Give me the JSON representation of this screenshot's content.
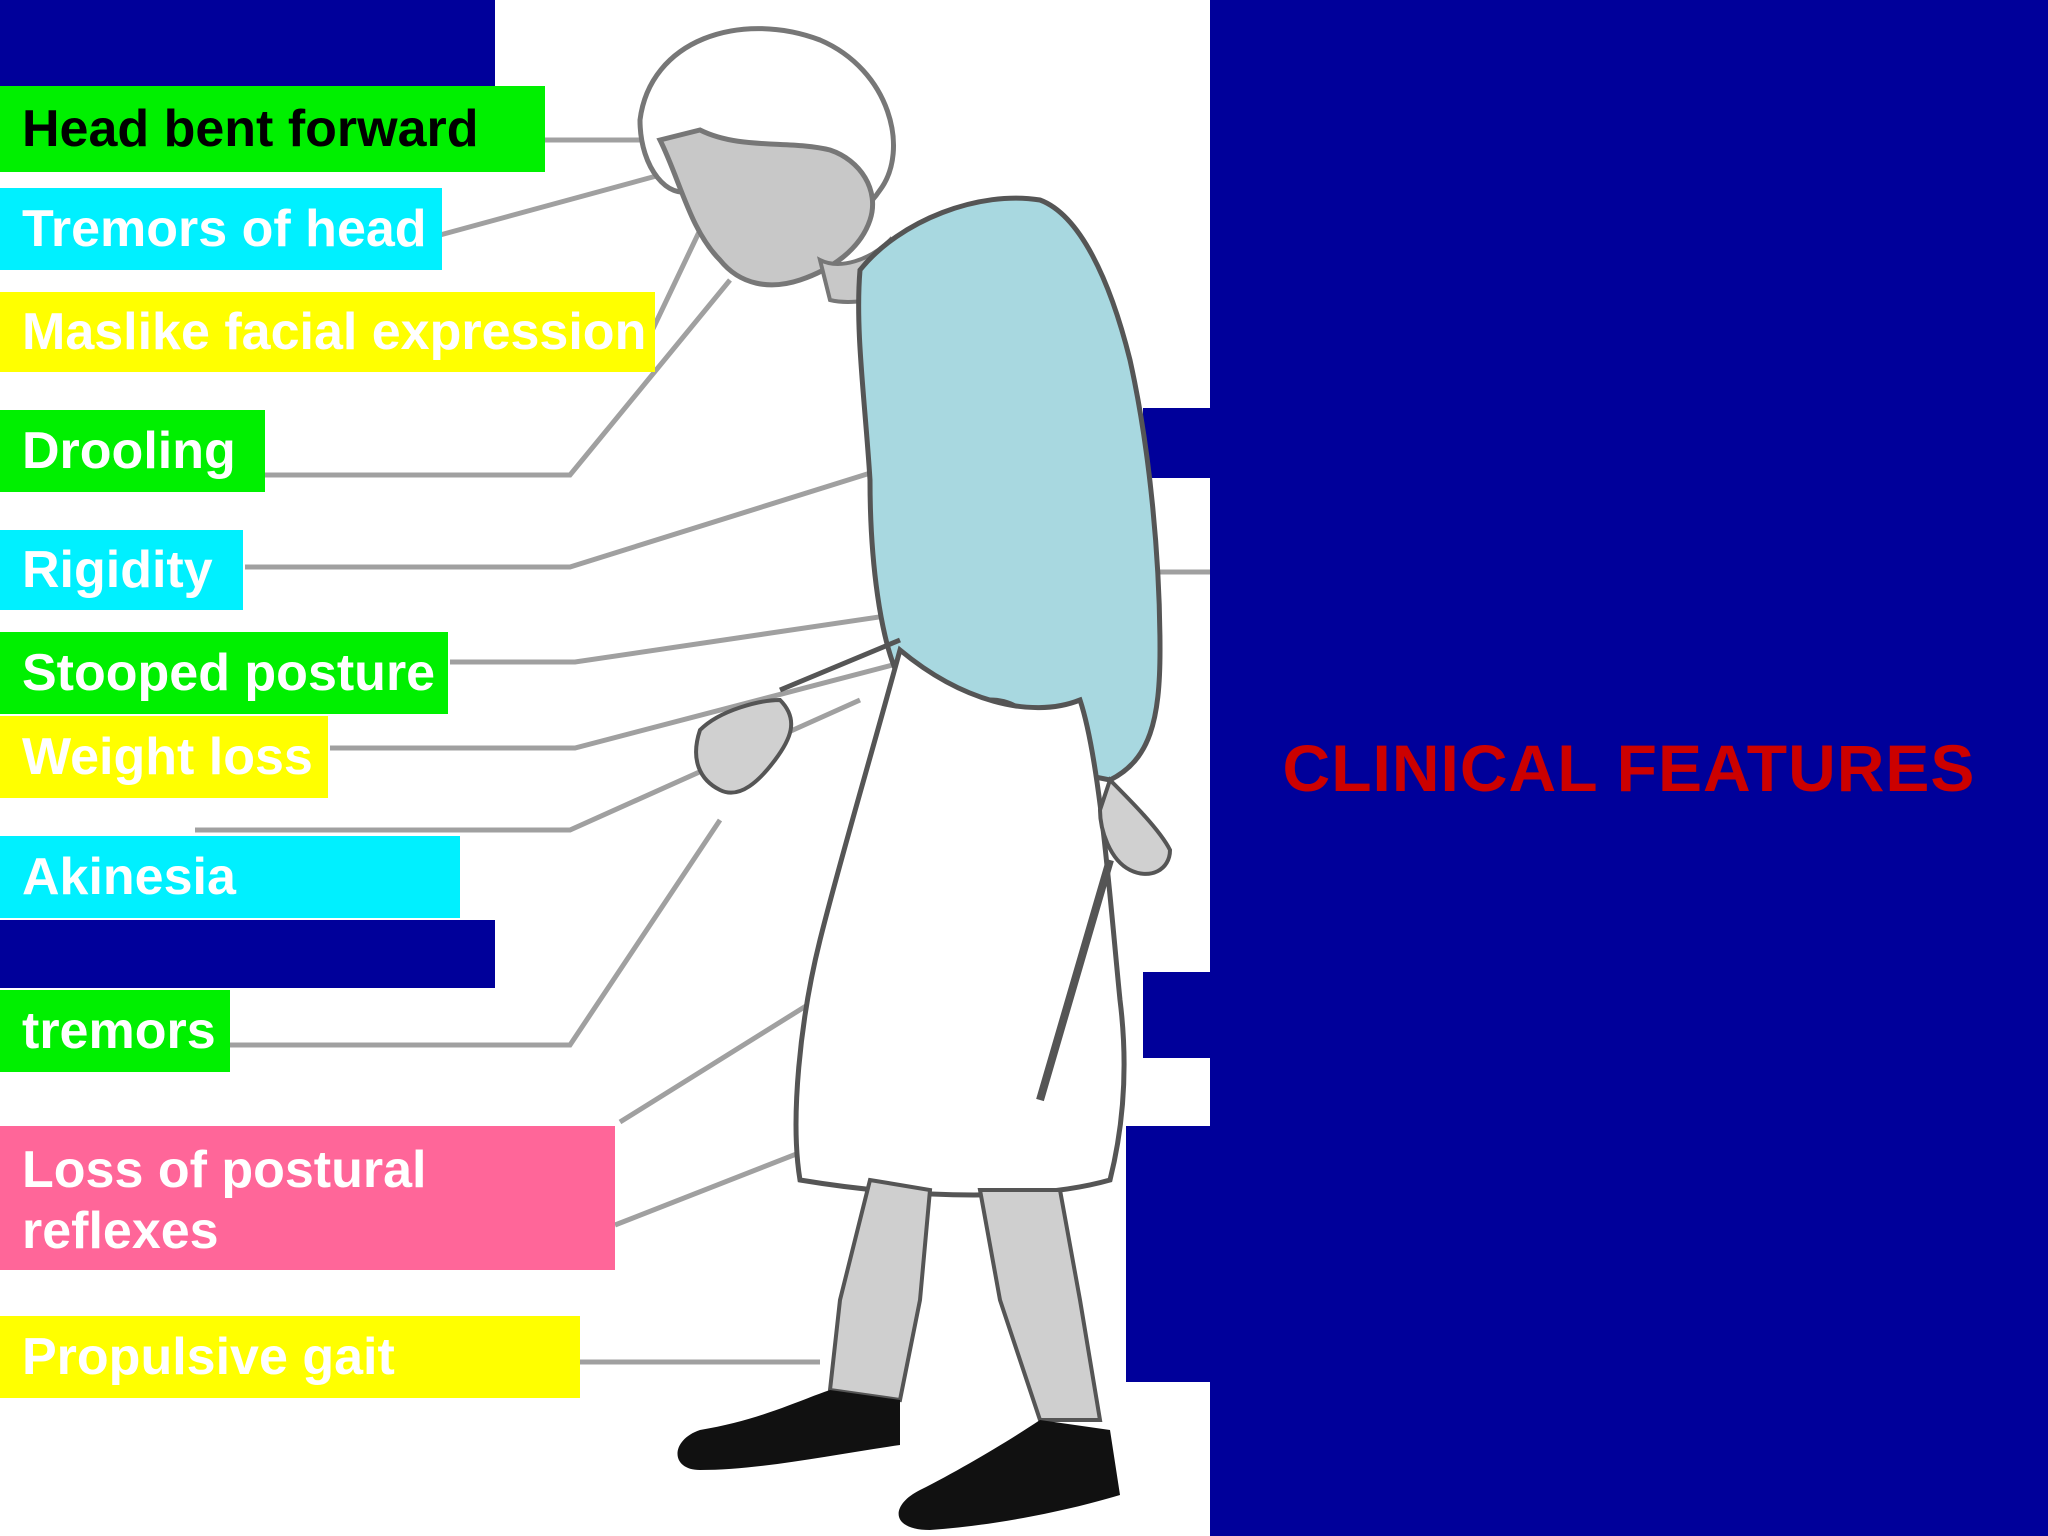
{
  "slide": {
    "title": "CLINICAL FEATURES",
    "colors": {
      "background_right": "#00009a",
      "title": "#cc0000",
      "green": "#00f000",
      "cyan": "#00f0ff",
      "yellow": "#ffff00",
      "pink": "#ff6699",
      "shirt": "#a8d8e0"
    },
    "labels": [
      {
        "text": "Head bent forward",
        "color": "green",
        "text_color": "#000000"
      },
      {
        "text": "Tremors of head",
        "color": "cyan",
        "text_color": "#ffffff"
      },
      {
        "text": "Maslike facial expression",
        "color": "yellow",
        "text_color": "#ffffff"
      },
      {
        "text": "Drooling",
        "color": "green",
        "text_color": "#ffffff"
      },
      {
        "text": "Rigidity",
        "color": "cyan",
        "text_color": "#ffffff"
      },
      {
        "text": "Stooped posture",
        "color": "green",
        "text_color": "#ffffff"
      },
      {
        "text": "Weight loss",
        "color": "yellow",
        "text_color": "#ffffff"
      },
      {
        "text": "Akinesia",
        "color": "cyan",
        "text_color": "#ffffff"
      },
      {
        "text": "tremors",
        "color": "green",
        "text_color": "#ffffff"
      },
      {
        "text": "Loss of postural reflexes",
        "color": "pink",
        "text_color": "#ffffff"
      },
      {
        "text": "Propulsive gait",
        "color": "yellow",
        "text_color": "#ffffff"
      }
    ],
    "illustration": {
      "subject": "stooped-elderly-woman-figure"
    }
  }
}
